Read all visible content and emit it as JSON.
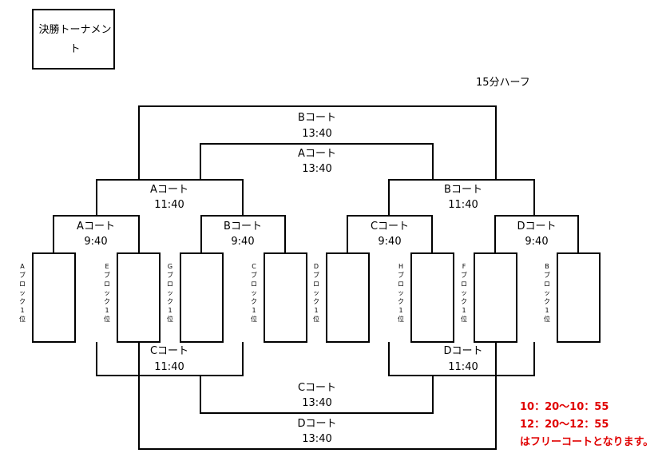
{
  "title": "決勝トーナメント",
  "match_length": "15分ハーフ",
  "matches_top": [
    {
      "court": "Bコート",
      "time": "13:40"
    },
    {
      "court": "Aコート",
      "time": "13:40"
    },
    {
      "court": "Aコート",
      "time": "11:40"
    },
    {
      "court": "Bコート",
      "time": "11:40"
    },
    {
      "court": "Aコート",
      "time": "9:40"
    },
    {
      "court": "Bコート",
      "time": "9:40"
    },
    {
      "court": "Cコート",
      "time": "9:40"
    },
    {
      "court": "Dコート",
      "time": "9:40"
    }
  ],
  "matches_bottom": [
    {
      "court": "Cコート",
      "time": "11:40"
    },
    {
      "court": "Dコート",
      "time": "11:40"
    },
    {
      "court": "Cコート",
      "time": "13:40"
    },
    {
      "court": "Dコート",
      "time": "13:40"
    }
  ],
  "teams": [
    "Aブロック1位",
    "Eブロック1位",
    "Gブロック1位",
    "Cブロック1位",
    "Dブロック1位",
    "Hブロック1位",
    "Fブロック1位",
    "Bブロック1位"
  ],
  "free_court_note": {
    "line1": "10：20～10：55",
    "line2": "12：20～12：55",
    "line3": "はフリーコートとなります。"
  }
}
